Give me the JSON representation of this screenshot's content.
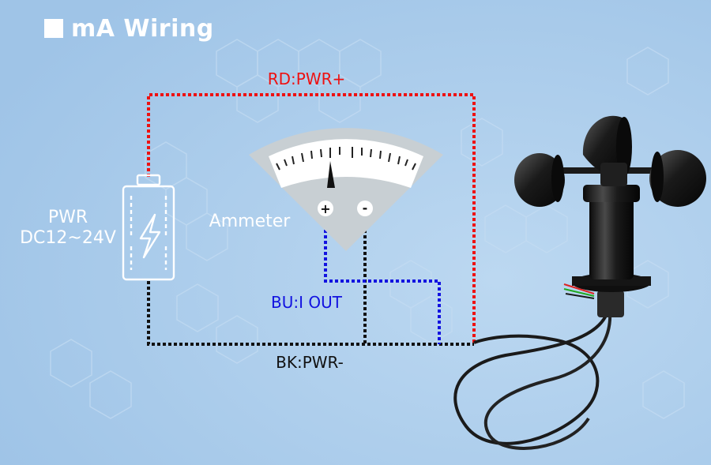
{
  "header": {
    "title": "mA Wiring"
  },
  "wires": {
    "red": {
      "label": "RD:PWR+",
      "color": "#ee1111"
    },
    "blue": {
      "label": "BU:I OUT",
      "color": "#1212e0"
    },
    "black": {
      "label": "BK:PWR-",
      "color": "#111111"
    }
  },
  "power": {
    "label_line1": "PWR",
    "label_line2": "DC12~24V",
    "icon": "battery-lightning-icon"
  },
  "ammeter": {
    "label": "Ammeter",
    "terminal_plus": "+",
    "terminal_minus": "-",
    "icon": "ammeter-gauge-icon"
  },
  "device": {
    "icon": "cup-anemometer-icon"
  },
  "colors": {
    "background": "#a9cbea",
    "text_white": "#ffffff"
  }
}
